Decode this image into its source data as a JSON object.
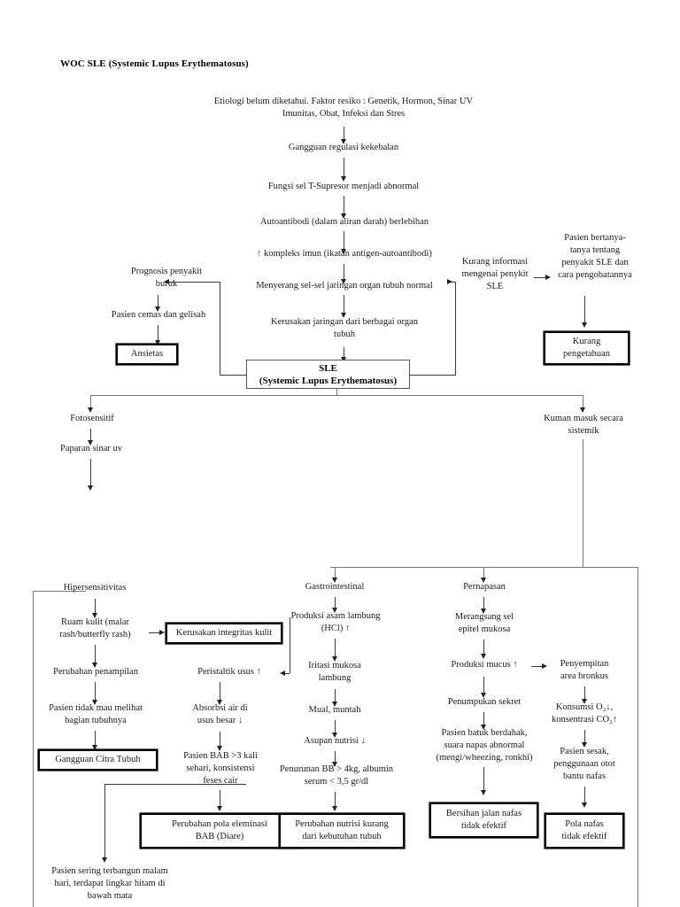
{
  "document": {
    "title": "WOC SLE (Systemic Lupus Erythematosus)"
  },
  "nodes": {
    "etiologi": "Etiologi belum diketahui. Faktor resiko : Genetik, Hormon, Sinar UV\nImunitas, Obat, Infeksi dan Stres",
    "gangguan_regulasi": "Gangguan regulasi kekebalan",
    "fungsi_sel_t": "Fungsi sel T-Supresor menjadi abnormal",
    "autoantibodi": "Autoantibodi (dalam aliran darah) berlebihan",
    "kompleks_imun": "↑ kompleks imun (ikatan antigen-autoantibodi)",
    "menyerang_sel": "Menyerang sel-sel jaringan organ tubuh normal",
    "kerusakan_jaringan": "Kerusakan jaringan dari berbagai organ\ntubuh",
    "sle_box": "SLE\n(Systemic Lupus Erythematosus)",
    "prognosis": "Prognosis penyakit\nburuk",
    "pasien_cemas": "Pasien cemas dan gelisah",
    "ansietas": "Ansietas",
    "kurang_informasi": "Kurang informasi\nmengenai penykit\nSLE",
    "pasien_bertanya": "Pasien bertanya-\ntanya tentang\npenyakit SLE dan\ncara pengobatannya",
    "kurang_pengetahuan": "Kurang\npengetahuan",
    "fotosensitif": "Fotosensitif",
    "paparan_sinar_uv": "Paparan sinar uv",
    "kuman_masuk": "Kuman masuk secara\nsistemik",
    "hipersensitivitas": "Hipersensitivitas",
    "ruam_kulit": "Ruam kulit (malar\nrash/butterfly rash)",
    "kerusakan_integritas_kulit": "Kerusakan integritas kulit",
    "perubahan_penampilan": "Perubahan penampilan",
    "pasien_tidak_mau_melihat": "Pasien tidak mau melihat\nbagian tubuhnya",
    "gangguan_citra_tubuh": "Gangguan Citra Tubuh",
    "pasien_sering_terbangun": "Pasien sering terbangun malam\nhari, terdapat lingkar hitam di\nbawah mata",
    "peristaltik_usus": "Peristaltik usus ↑",
    "absorbsi_air": "Absorbsi air di\nusus besar ↓",
    "pasien_bab": "Pasien BAB >3 kali\nsehari, konsistensi\nfeses cair",
    "perubahan_pola_eleminasi": "Perubahan pola eleminasi\nBAB (Diare)",
    "gastrointestinal": "Gastrointestinal",
    "produksi_asam_lambung": "Produksi asam lambung\n(HCl) ↑",
    "iritasi_mukosa": "Iritasi mukosa\nlambung",
    "mual_muntah": "Mual, muntah",
    "asupan_nutrisi": "Asupan nutrisi ↓",
    "penurunan_bb": "Penurunan BB > 4kg, albumin\nserum < 3,5 gr/dl",
    "perubahan_nutrisi": "Perubahan nutrisi kurang\ndari kebutuhan tubuh",
    "pernapasan": "Pernapasan",
    "merangsang_sel": "Merangsang sel\nepitel mukosa",
    "produksi_mucus": "Produksi mucus ↑",
    "penumpukan_sekret": "Penumpukan  sekret",
    "pasien_batuk": "Pasien batuk berdahak,\nsuara napas abnormal\n(mengi/wheezing, ronkhi)",
    "bersihan_jalan_nafas": "Bersihan jalan nafas\ntidak efektif",
    "penyempitan_bronkus": "Penyempitan\narea bronkus",
    "konsumsi_o2": "Konsumsi O₂↓,\nkonsentrasi CO₂↑",
    "pasien_sesak": "Pasien sesak,\npenggunaan otot\nbantu nafas",
    "pola_nafas": "Pola nafas\ntidak efektif"
  },
  "colors": {
    "background": "#ffffff",
    "text": "#1a1a1a",
    "line": "#3a3a3a",
    "line_light": "#777777",
    "box_border": "#000000"
  }
}
